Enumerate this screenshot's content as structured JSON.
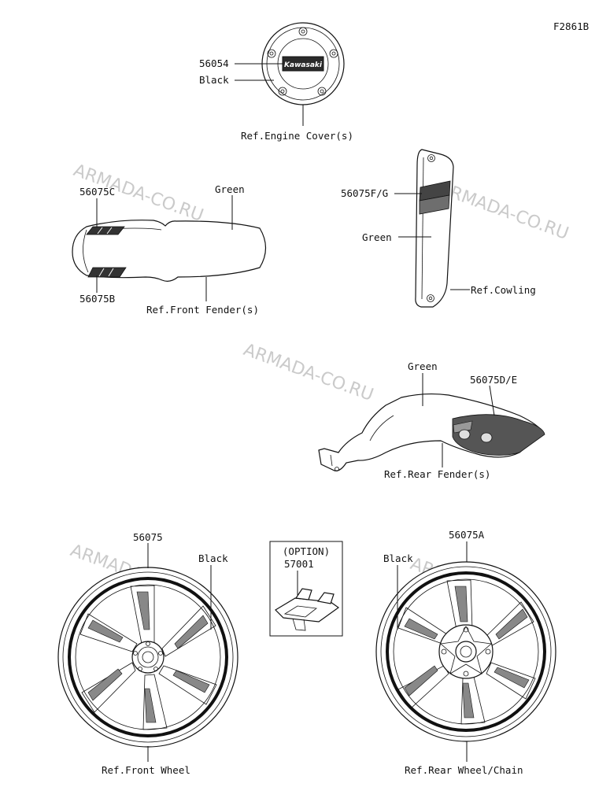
{
  "diagram_code": "F2861B",
  "watermark": "ARMADA-CO.RU",
  "engine_cover": {
    "part": "56054",
    "color": "Black",
    "ref": "Ref.Engine Cover(s)",
    "logo": "Kawasaki"
  },
  "front_fender": {
    "part_top": "56075C",
    "part_bottom": "56075B",
    "color": "Green",
    "ref": "Ref.Front Fender(s)"
  },
  "cowling": {
    "part": "56075F/G",
    "color": "Green",
    "ref": "Ref.Cowling"
  },
  "rear_fender": {
    "part": "56075D/E",
    "color": "Green",
    "ref": "Ref.Rear Fender(s)"
  },
  "front_wheel": {
    "part": "56075",
    "color": "Black",
    "ref": "Ref.Front Wheel"
  },
  "option_box": {
    "title": "(OPTION)",
    "part": "57001"
  },
  "rear_wheel": {
    "part": "56075A",
    "color": "Black",
    "ref": "Ref.Rear Wheel/Chain"
  }
}
